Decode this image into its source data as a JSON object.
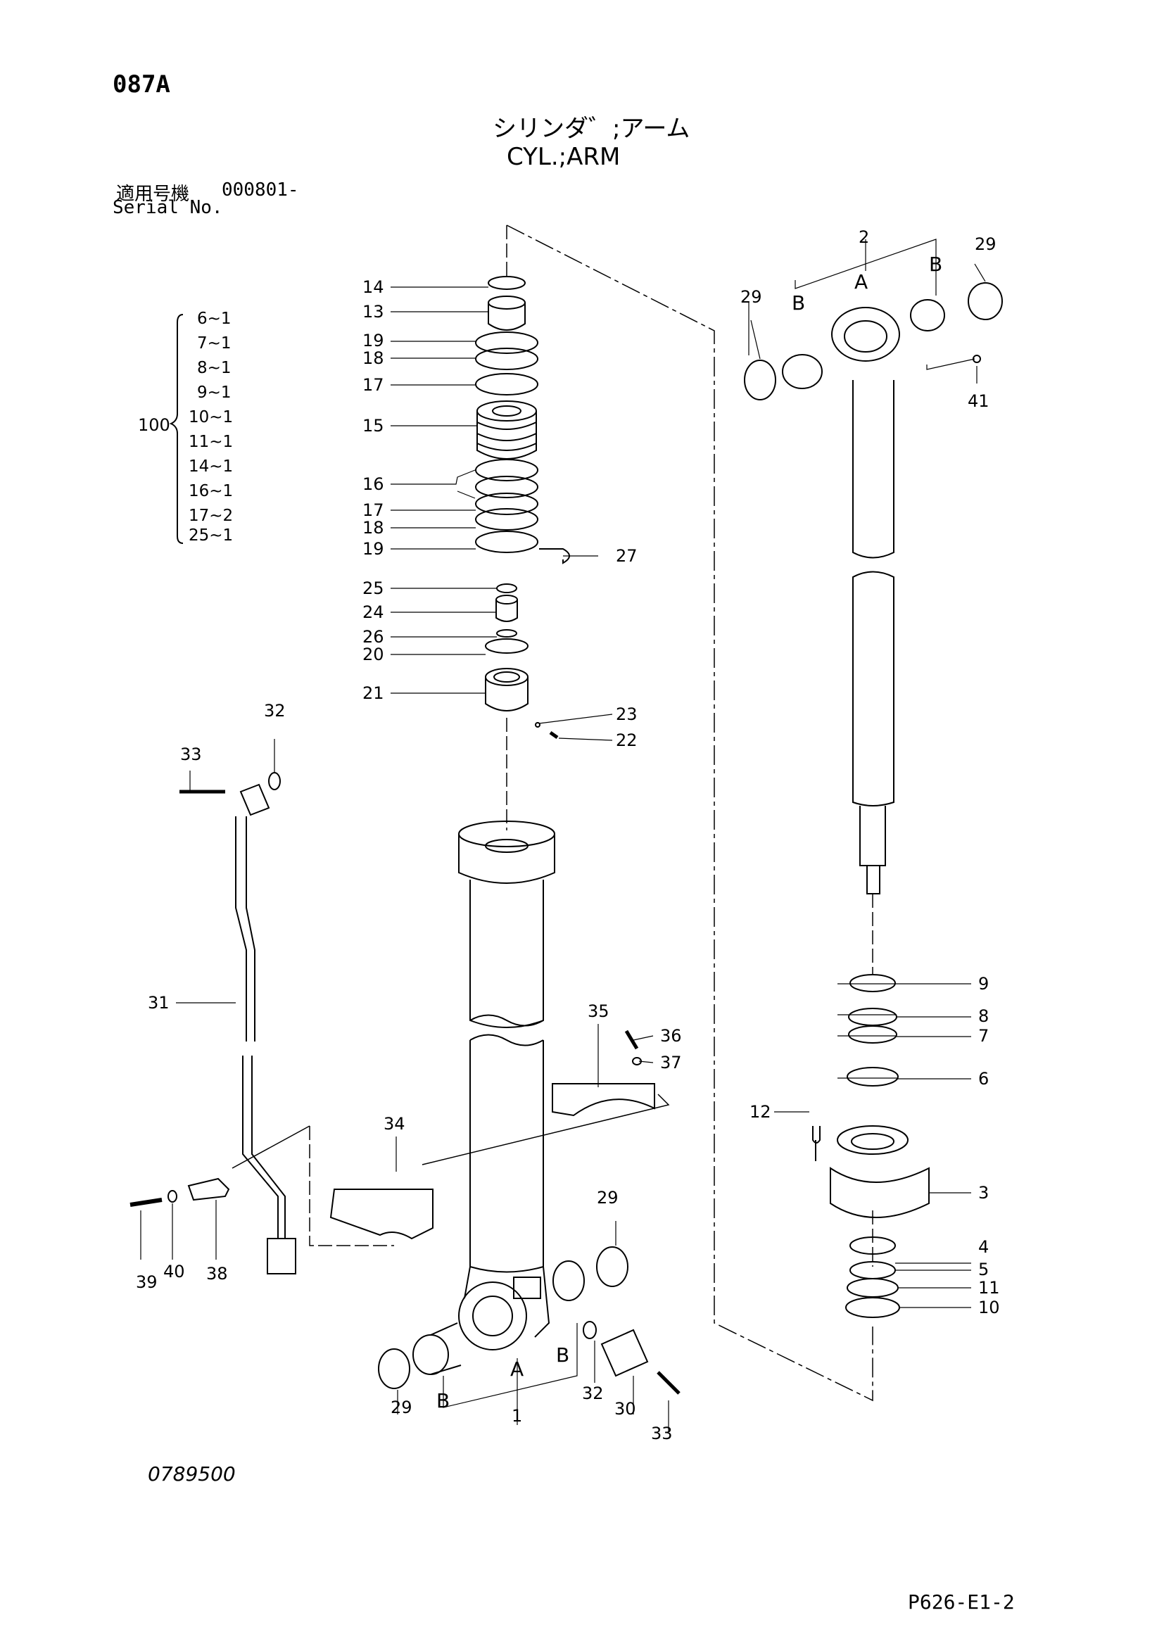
{
  "page": {
    "code": "087A",
    "title_jp": "シリンダ゛;アーム",
    "title_en": "CYL.;ARM",
    "serial_label_jp": "適用号機",
    "serial_value": "000801-",
    "serial_label_en": "Serial No.",
    "drawing_number": "0789500",
    "page_reference": "P626-E1-2"
  },
  "kit": {
    "number": "100",
    "items": [
      "6~1",
      "7~1",
      "8~1",
      "9~1",
      "10~1",
      "11~1",
      "14~1",
      "16~1",
      "17~2",
      "25~1"
    ]
  },
  "callouts": {
    "c1": "1",
    "c2": "2",
    "c3": "3",
    "c4": "4",
    "c5": "5",
    "c6": "6",
    "c7": "7",
    "c8": "8",
    "c9": "9",
    "c10": "10",
    "c11": "11",
    "c12": "12",
    "c13": "13",
    "c14": "14",
    "c15": "15",
    "c16": "16",
    "c17": "17",
    "c18": "18",
    "c19": "19",
    "c20": "20",
    "c21": "21",
    "c22": "22",
    "c23": "23",
    "c24": "24",
    "c25": "25",
    "c26": "26",
    "c27": "27",
    "c29": "29",
    "c30": "30",
    "c31": "31",
    "c32": "32",
    "c33": "33",
    "c34": "34",
    "c35": "35",
    "c36": "36",
    "c37": "37",
    "c38": "38",
    "c39": "39",
    "c40": "40",
    "c41": "41",
    "markA": "A",
    "markB": "B"
  }
}
